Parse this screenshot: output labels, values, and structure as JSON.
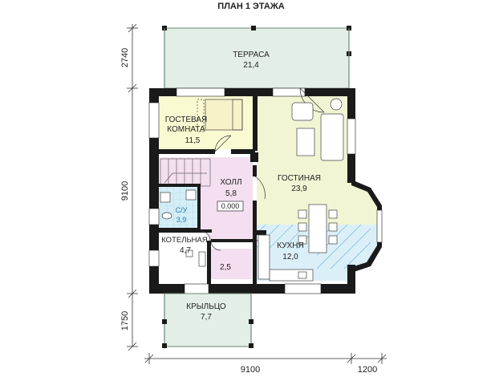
{
  "title": "ПЛАН 1 ЭТАЖА",
  "rooms": {
    "terrace": {
      "name": "ТЕРРАСА",
      "area": "21,4"
    },
    "guest": {
      "name_line1": "ГОСТЕВАЯ",
      "name_line2": "КОМНАТА",
      "area": "11,5"
    },
    "living": {
      "name": "ГОСТИНАЯ",
      "area": "23,9"
    },
    "hall": {
      "name": "ХОЛЛ",
      "area": "5,8"
    },
    "level_mark": "0.000",
    "bathroom": {
      "name": "С/У",
      "area": "3,9"
    },
    "boiler": {
      "name": "КОТЕЛЬНАЯ",
      "area": "4,7"
    },
    "corridor": {
      "area": "2,5"
    },
    "kitchen": {
      "name": "КУХНЯ",
      "area": "12,0"
    },
    "porch": {
      "name": "КРЫЛЬЦО",
      "area": "7,7"
    }
  },
  "dimensions": {
    "left_top": "2740",
    "left_middle": "9100",
    "left_bottom": "1750",
    "bottom_main": "9100",
    "bottom_right": "1200"
  },
  "colors": {
    "wall": "#1a1a1a",
    "guest_room": "#fafad2",
    "living_room": "#f1f5d4",
    "hall": "#f3dff0",
    "bathroom": "#d6eef6",
    "kitchen": "#dbeff8",
    "terrace": "#e3efe6",
    "porch": "#e3efe6",
    "kitchen_accent": "#3aa0c8"
  }
}
